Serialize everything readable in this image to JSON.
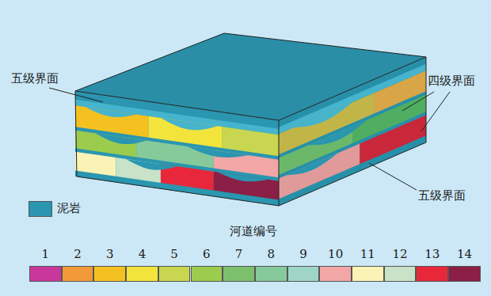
{
  "diagram": {
    "labels": [
      "五级界面",
      "四级界面",
      "五级界面",
      "河道编号"
    ],
    "legend": [
      {
        "text": "泥岩",
        "color": "#2a96b0"
      },
      {
        "text": "1",
        "color": "#c8389c"
      },
      {
        "text": "2",
        "color": "#f29a3a"
      },
      {
        "text": "3",
        "color": "#f5c120"
      },
      {
        "text": "4",
        "color": "#f3e43c"
      },
      {
        "text": "5",
        "color": "#c8d650"
      },
      {
        "text": "6",
        "color": "#9ccc4e"
      },
      {
        "text": "7",
        "color": "#7cc06e"
      },
      {
        "text": "8",
        "color": "#86c99a"
      },
      {
        "text": "9",
        "color": "#9fd5c6"
      },
      {
        "text": "10",
        "color": "#f2a6a6"
      },
      {
        "text": "11",
        "color": "#faf3b5"
      },
      {
        "text": "12",
        "color": "#c8e3c8"
      },
      {
        "text": "13",
        "color": "#e8283a"
      },
      {
        "text": "14",
        "color": "#8b1f45"
      }
    ]
  }
}
